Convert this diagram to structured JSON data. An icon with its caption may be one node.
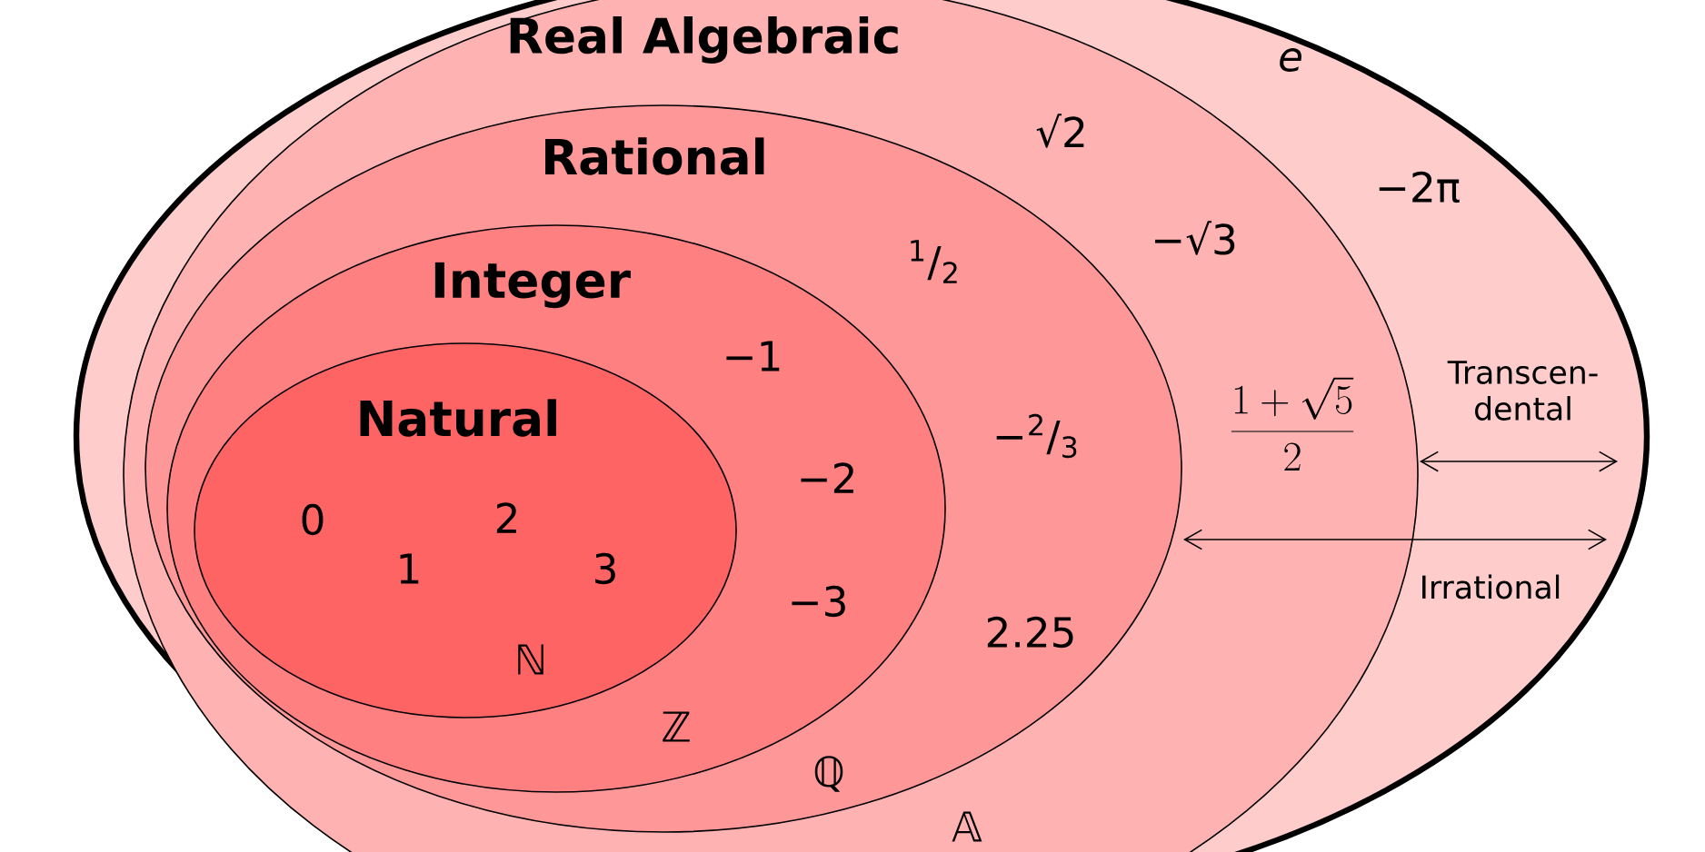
{
  "diagram": {
    "nodes": [
      {
        "text": [],
        "shape": "ellipse"
      },
      {
        "text": [
          "Real Algebraic",
          "𝔸"
        ],
        "in": 0
      },
      {
        "text": [
          "Rational",
          "ℚ"
        ],
        "in": 1
      },
      {
        "text": [
          "Integer",
          "ℤ"
        ],
        "in": 2
      },
      {
        "text": [
          "Natural",
          "ℕ"
        ],
        "in": 3
      }
    ],
    "labels": [
      "e",
      "√2",
      "−2π",
      "−√3",
      "$^{1}$/$_{2}$",
      "−1",
      "\\frac{1+\\sqrt{5}}{2}",
      "Transcen- dental",
      "−$^{2}$/$_{3}$",
      "−2",
      "0",
      "2",
      "1",
      "3",
      "Irrational",
      "−3",
      "2.25"
    ]
  }
}
